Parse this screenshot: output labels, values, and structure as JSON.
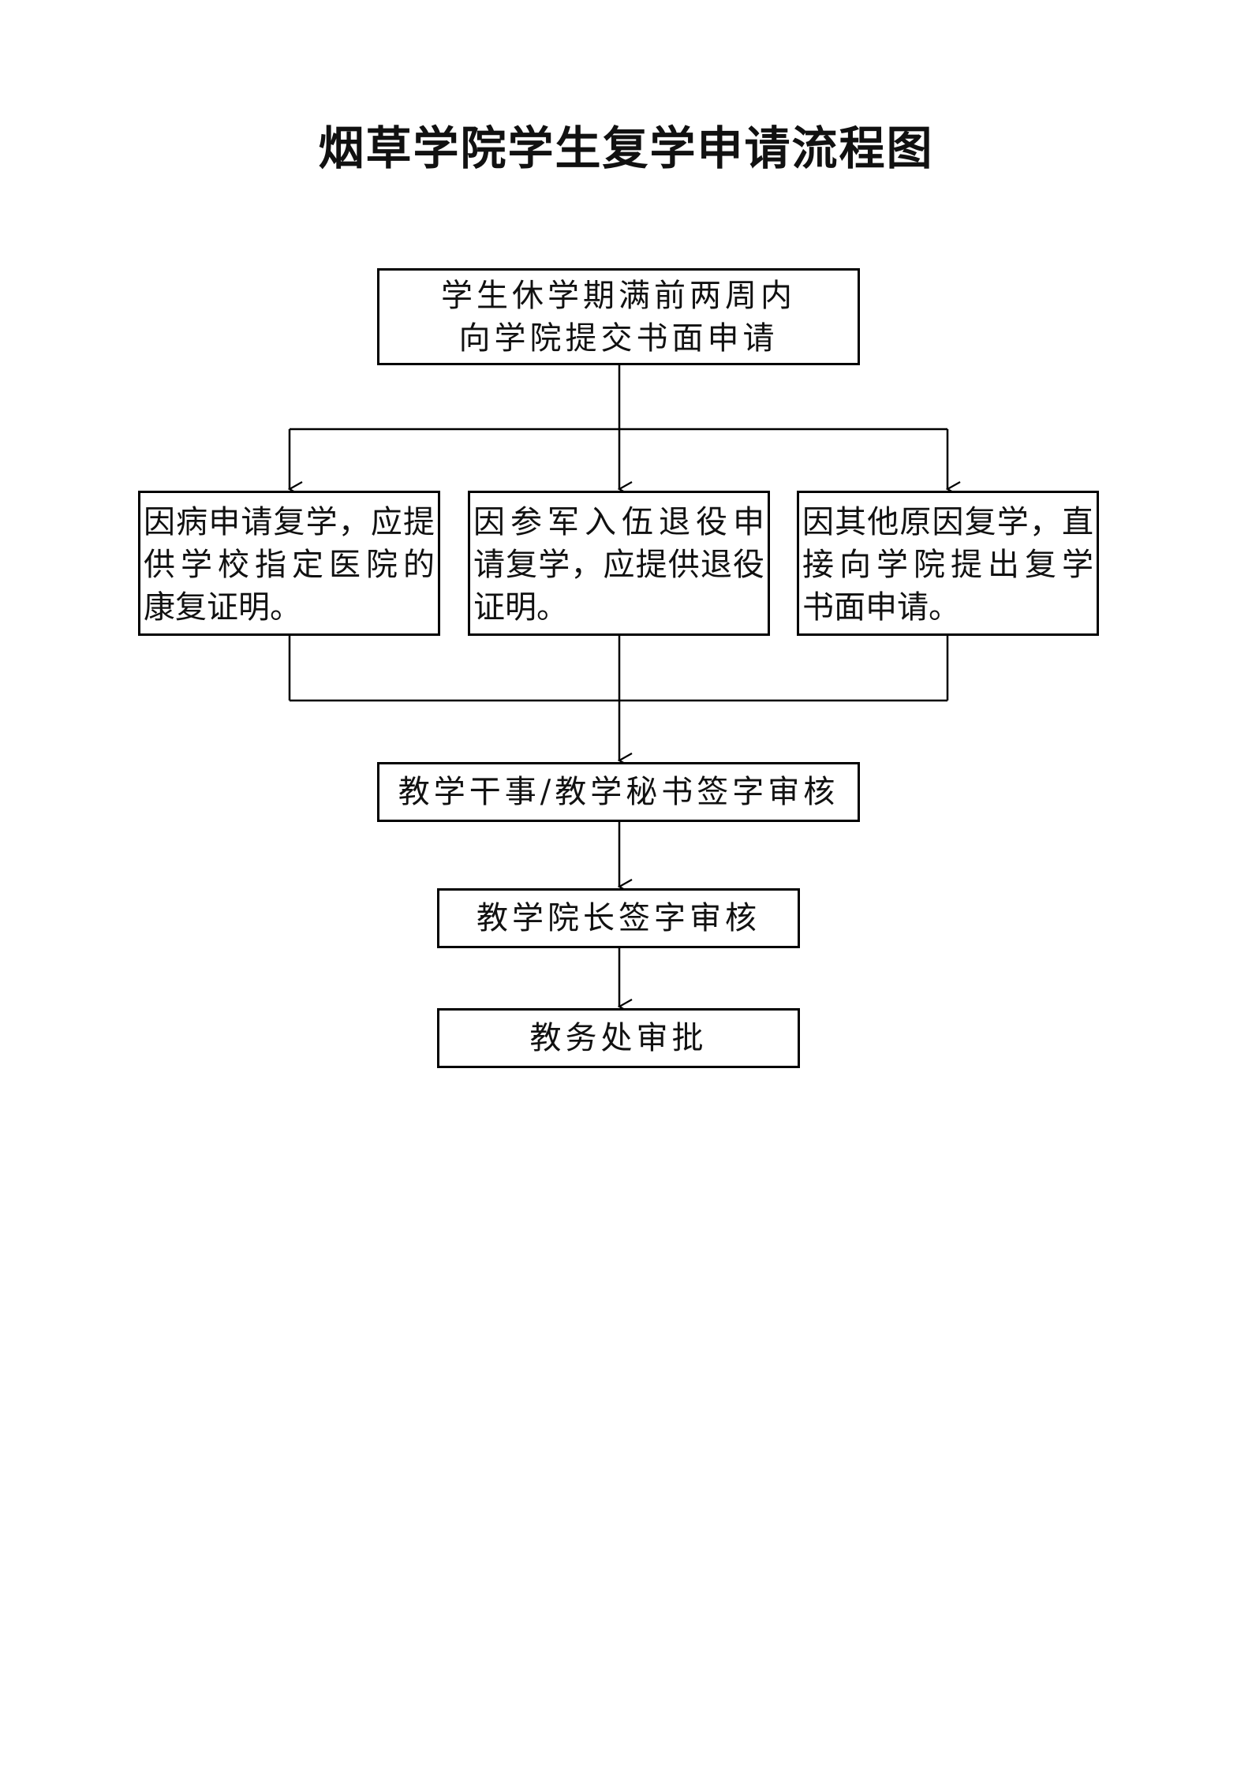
{
  "title": "烟草学院学生复学申请流程图",
  "nodes": {
    "start": [
      "学生休学期满前两周内",
      "向学院提交书面申请"
    ],
    "illness": [
      "因病申请复学，应提",
      "供学校指定医院的",
      "康复证明。"
    ],
    "military": [
      "因参军入伍退役申",
      "请复学，应提供退役",
      "证明。"
    ],
    "other": [
      "因其他原因复学，直",
      "接向学院提出复学",
      "书面申请。"
    ],
    "secretary_review": "教学干事/教学秘书签字审核",
    "dean_review": "教学院长签字审核",
    "academic_affairs": "教务处审批"
  }
}
